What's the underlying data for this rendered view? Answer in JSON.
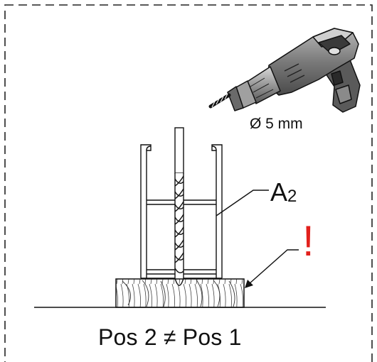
{
  "drill": {
    "bit_size": "Ø 5 mm",
    "icon": "power-drill-icon"
  },
  "part": {
    "label": "A",
    "subscript": "2"
  },
  "warning": {
    "symbol": "!",
    "color": "#e2201c"
  },
  "caption": "Pos 2 ≠ Pos 1"
}
